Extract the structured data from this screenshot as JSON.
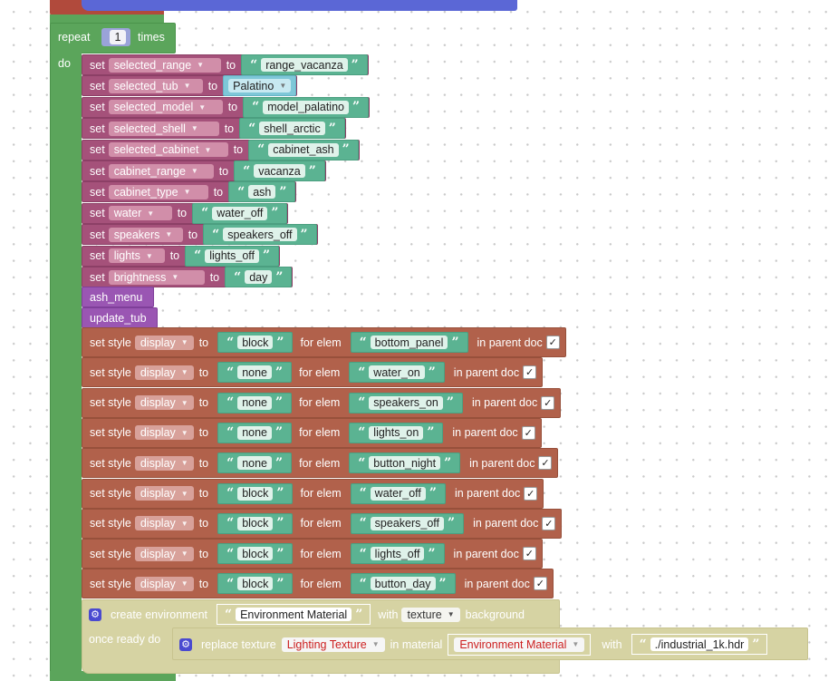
{
  "repeat": {
    "label": "repeat",
    "count": "1",
    "times_label": "times",
    "do_label": "do"
  },
  "set_rows": [
    {
      "set": "set",
      "var": "selected_range",
      "to": "to",
      "value": "range_vacanza",
      "kind": "string"
    },
    {
      "set": "set",
      "var": "selected_tub",
      "to": "to",
      "value": "Palatino",
      "kind": "dropdown"
    },
    {
      "set": "set",
      "var": "selected_model",
      "to": "to",
      "value": "model_palatino",
      "kind": "string"
    },
    {
      "set": "set",
      "var": "selected_shell",
      "to": "to",
      "value": "shell_arctic",
      "kind": "string"
    },
    {
      "set": "set",
      "var": "selected_cabinet",
      "to": "to",
      "value": "cabinet_ash",
      "kind": "string"
    },
    {
      "set": "set",
      "var": "cabinet_range",
      "to": "to",
      "value": "vacanza",
      "kind": "string"
    },
    {
      "set": "set",
      "var": "cabinet_type",
      "to": "to",
      "value": "ash",
      "kind": "string"
    },
    {
      "set": "set",
      "var": "water",
      "to": "to",
      "value": "water_off",
      "kind": "string"
    },
    {
      "set": "set",
      "var": "speakers",
      "to": "to",
      "value": "speakers_off",
      "kind": "string"
    },
    {
      "set": "set",
      "var": "lights",
      "to": "to",
      "value": "lights_off",
      "kind": "string"
    },
    {
      "set": "set",
      "var": "brightness",
      "to": "to",
      "value": "day",
      "kind": "string"
    }
  ],
  "procedures": [
    "ash_menu",
    "update_tub"
  ],
  "style_rows": [
    {
      "prop": "display",
      "value": "block",
      "elem": "bottom_panel"
    },
    {
      "prop": "display",
      "value": "none",
      "elem": "water_on"
    },
    {
      "prop": "display",
      "value": "none",
      "elem": "speakers_on"
    },
    {
      "prop": "display",
      "value": "none",
      "elem": "lights_on"
    },
    {
      "prop": "display",
      "value": "none",
      "elem": "button_night"
    },
    {
      "prop": "display",
      "value": "block",
      "elem": "water_off"
    },
    {
      "prop": "display",
      "value": "block",
      "elem": "speakers_off"
    },
    {
      "prop": "display",
      "value": "block",
      "elem": "lights_off"
    },
    {
      "prop": "display",
      "value": "block",
      "elem": "button_day"
    }
  ],
  "style_labels": {
    "set_style": "set style",
    "to": "to",
    "for_elem": "for elem",
    "in_parent_doc": "in parent doc",
    "check": "✓"
  },
  "env": {
    "create_label": "create environment",
    "name": "Environment Material",
    "with_label": "with",
    "texture": "texture",
    "background_label": "background",
    "once_ready_label": "once ready do",
    "replace_label": "replace texture",
    "replace_texture": "Lighting Texture",
    "in_material_label": "in material",
    "material": "Environment Material",
    "with2_label": "with",
    "file": "./industrial_1k.hdr"
  },
  "colors": {
    "control": "#5ba55b",
    "variable": "#a5517a",
    "procedure": "#9a56b3",
    "style": "#b1614b",
    "string": "#5bb392",
    "environment": "#d6d3a3",
    "top_stub": "#5b67d6"
  },
  "icons": {
    "gear": "gear-icon",
    "caret": "dropdown-caret-icon"
  }
}
